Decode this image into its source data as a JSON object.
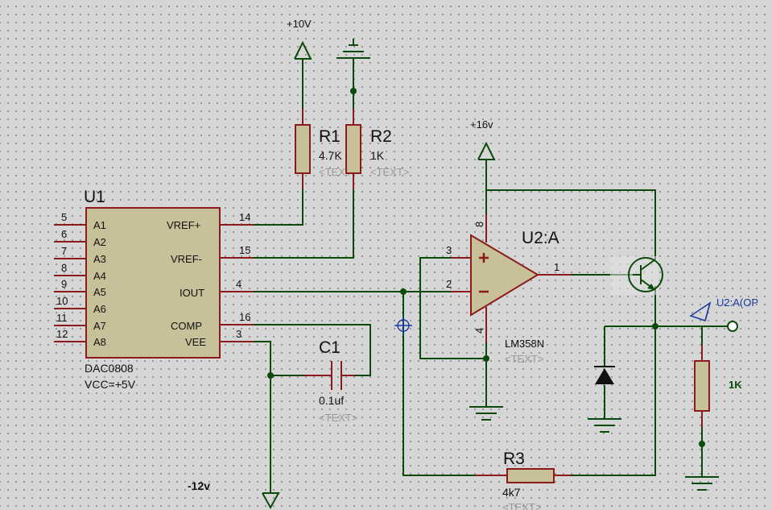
{
  "power": {
    "plus10": "+10V",
    "plus16": "+16v",
    "minus12": "-12v"
  },
  "u1": {
    "ref": "U1",
    "part": "DAC0808",
    "vcc": "VCC=+5V",
    "left_pins": [
      {
        "num": "5",
        "name": "A1"
      },
      {
        "num": "6",
        "name": "A2"
      },
      {
        "num": "7",
        "name": "A3"
      },
      {
        "num": "8",
        "name": "A4"
      },
      {
        "num": "9",
        "name": "A5"
      },
      {
        "num": "10",
        "name": "A6"
      },
      {
        "num": "11",
        "name": "A7"
      },
      {
        "num": "12",
        "name": "A8"
      }
    ],
    "right_pins": [
      {
        "num": "14",
        "name": "VREF+"
      },
      {
        "num": "15",
        "name": "VREF-"
      },
      {
        "num": "4",
        "name": "IOUT"
      },
      {
        "num": "16",
        "name": "COMP"
      },
      {
        "num": "3",
        "name": "VEE"
      }
    ]
  },
  "r1": {
    "ref": "R1",
    "value": "4.7K",
    "text": "<TEXT>"
  },
  "r2": {
    "ref": "R2",
    "value": "1K",
    "text": "<TEXT>"
  },
  "r3": {
    "ref": "R3",
    "value": "4k7",
    "text": "<TEXT>"
  },
  "c1": {
    "ref": "C1",
    "value": "0.1uf",
    "text": "<TEXT>"
  },
  "u2": {
    "ref": "U2:A",
    "part": "LM358N",
    "text": "<TEXT>",
    "pin_plus": "3",
    "pin_minus": "2",
    "pin_out": "1",
    "pin_vcc": "8",
    "pin_gnd": "4"
  },
  "load": {
    "value": "1K"
  },
  "probe": {
    "label": "U2:A(OP"
  }
}
